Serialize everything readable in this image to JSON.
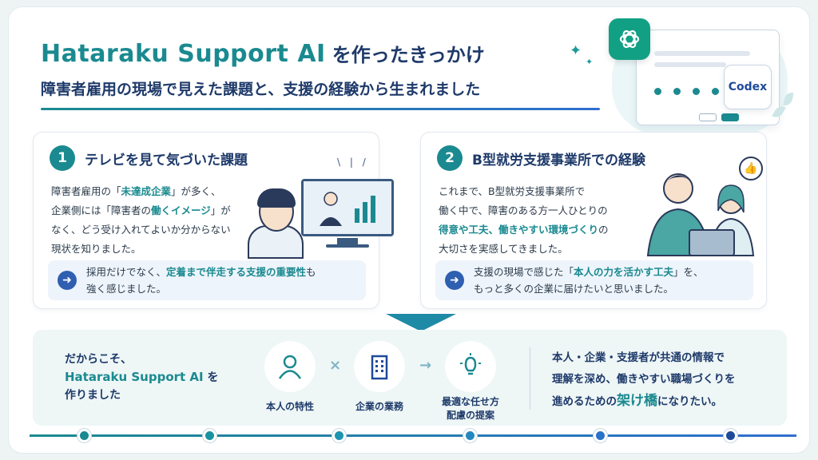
{
  "header": {
    "title_main": "Hataraku Support AI",
    "title_suffix": "を作ったきっかけ",
    "subtitle": "障害者雇用の現場で見えた課題と、支援の経験から生まれました",
    "codex_label": "Codex",
    "icons": [
      "chatgpt-logo",
      "sparkle-icon",
      "browser-window"
    ]
  },
  "card1": {
    "number": "1",
    "title": "テレビを見て気づいた課題",
    "body": {
      "l1a": "障害者雇用の「",
      "l1hl": "未達成企業",
      "l1b": "」が多く、",
      "l2a": "企業側には「障害者の",
      "l2hl": "働くイメージ",
      "l2b": "」が",
      "l3": "なく、どう受け入れてよいか分からない",
      "l4": "現状を知りました。"
    },
    "note": {
      "a": "採用だけでなく、",
      "hl": "定着まで伴走する支援の重要性",
      "b": "も",
      "c": "強く感じました。"
    }
  },
  "card2": {
    "number": "2",
    "title": "B型就労支援事業所での経験",
    "body": {
      "l1": "これまで、B型就労支援事業所で",
      "l2": "働く中で、障害のある方一人ひとりの",
      "l3hl1": "得意や工夫",
      "l3sep": "、",
      "l3hl2": "働きやすい環境づくり",
      "l3b": "の",
      "l4": "大切さを実感してきました。"
    },
    "note": {
      "a": "支援の現場で感じた「",
      "hl": "本人の力を活かす工夫",
      "b": "」を、",
      "c": "もっと多くの企業に届けたいと思いました。"
    }
  },
  "bottom": {
    "lead1": "だからこそ、",
    "brand": "Hataraku Support AI",
    "lead2": "を",
    "lead3": "作りました",
    "items": [
      {
        "label": "本人の特性",
        "icon": "person-icon"
      },
      {
        "label": "企業の業務",
        "icon": "building-icon"
      },
      {
        "label1": "最適な任せ方",
        "label2": "配慮の提案",
        "icon": "lightbulb-icon"
      }
    ],
    "op_times": "×",
    "op_arrow": "→",
    "right": {
      "l1": "本人・企業・支援者が共通の情報で",
      "l2": "理解を深め、働きやすい職場づくりを",
      "l3a": "進めるための",
      "l3hl": "架け橋",
      "l3b": "になりたい。"
    }
  },
  "colors": {
    "teal": "#1a8a90",
    "navy": "#1e3a6a",
    "blue": "#2f5fb0",
    "chatgpt_green": "#12a084"
  }
}
